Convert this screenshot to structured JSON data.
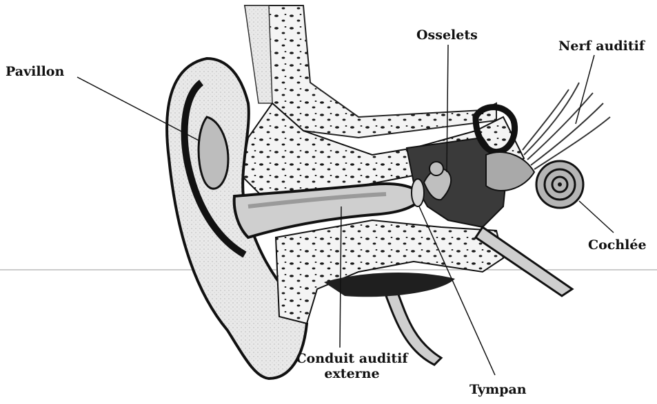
{
  "diagram": {
    "labels": {
      "pavillon": "Pavillon",
      "osselets": "Osselets",
      "nerf_auditif": "Nerf auditif",
      "cochlee": "Cochlée",
      "conduit_line1": "Conduit auditif",
      "conduit_line2": "externe",
      "tympan": "Tympan"
    }
  }
}
